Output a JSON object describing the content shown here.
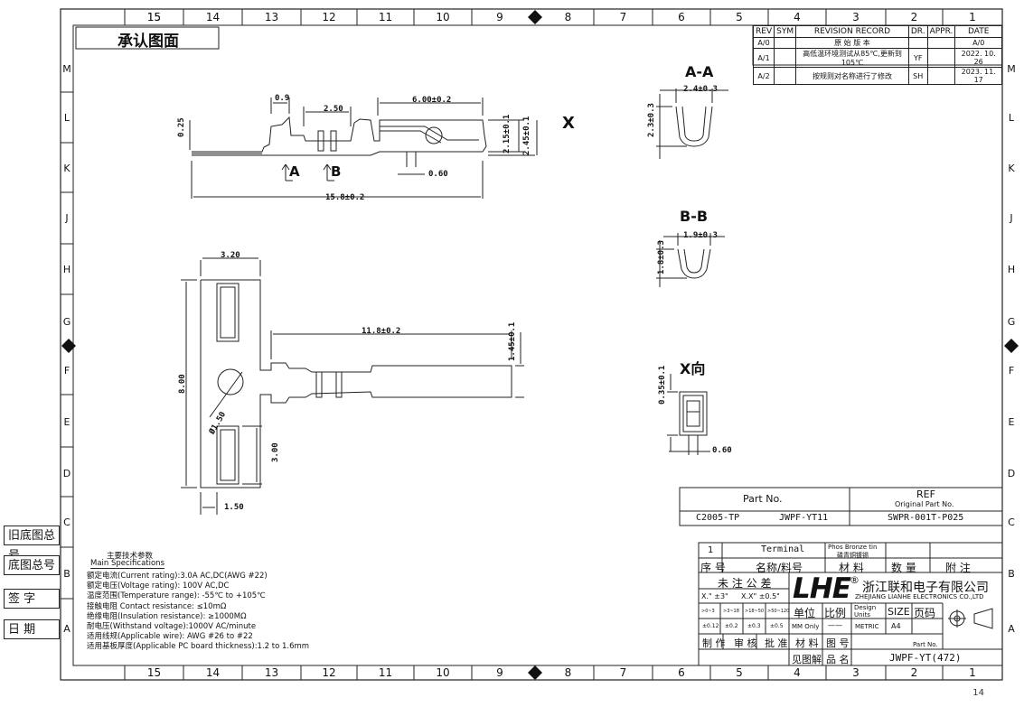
{
  "title_box": "承认图面",
  "zones_horizontal": [
    "15",
    "14",
    "13",
    "12",
    "11",
    "10",
    "9",
    "8",
    "7",
    "6",
    "5",
    "4",
    "3",
    "2",
    "1"
  ],
  "zones_vertical": [
    "M",
    "L",
    "K",
    "J",
    "H",
    "G",
    "F",
    "E",
    "D",
    "C",
    "B",
    "A"
  ],
  "side_labels": [
    "旧底图总号",
    "底图总号",
    "签 字",
    "日 期"
  ],
  "revision": {
    "headers": [
      "REV",
      "SYM",
      "REVISION RECORD",
      "DR.",
      "APPR.",
      "DATE"
    ],
    "rows": [
      {
        "rev": "A/0",
        "sym": "",
        "record": "原 始 版 本",
        "dr": "",
        "appr": "",
        "date": "A/0"
      },
      {
        "rev": "A/1",
        "sym": "",
        "record": "高低温环境测试从85℃,更新到105℃",
        "dr": "YF",
        "appr": "",
        "date": "2022. 10. 26"
      },
      {
        "rev": "A/2",
        "sym": "",
        "record": "按规则对名称进行了修改",
        "dr": "SH",
        "appr": "",
        "date": "2023. 11. 17"
      }
    ]
  },
  "dimensions": {
    "d09": "0.9",
    "d250": "2.50",
    "d600": "6.00±0.2",
    "d025": "0.25",
    "d215": "2.15±0.1",
    "d245": "2.45±0.1",
    "dx": "X",
    "d060": "0.60",
    "sec_a": "A",
    "sec_b": "B",
    "d158": "15.8±0.2",
    "d320": "3.20",
    "d118": "11.8±0.2",
    "d145": "1.45±0.1",
    "d800": "8.00",
    "d150dia": "Ø1.50",
    "d300": "3.00",
    "d150": "1.50",
    "aa_title": "A-A",
    "aa_w": "2.4±0.3",
    "aa_h": "2.3±0.3",
    "bb_title": "B-B",
    "bb_w": "1.9±0.3",
    "bb_h": "1.8±0.3",
    "x_title": "X向",
    "x_h": "0.35±0.1",
    "x_w": "0.60"
  },
  "specs": {
    "title_cn": "主要技术参数",
    "title_en": "Main Specifications",
    "lines": [
      "额定电流(Current rating):3.0A AC,DC(AWG #22)",
      "额定电压(Voltage rating): 100V AC,DC",
      "温度范围(Temperature range): -55℃ to +105℃",
      "接触电阻 Contact resistance: ≤10mΩ",
      "绝缘电阻(Insulation resistance): ≥1000MΩ",
      "耐电压(Withstand voltage):1000V AC/minute",
      "适用线规(Applicable wire): AWG #26 to #22",
      "适用基板厚度(Applicable PC board thickness):1.2 to 1.6mm"
    ]
  },
  "part_block": {
    "part_no_label": "Part No.",
    "ref_label": "REF",
    "orig_label": "Original Part No.",
    "part_a": "C2005-TP",
    "part_b": "JWPF-YT11",
    "orig_no": "SWPR-001T-P025"
  },
  "bom": {
    "item": "1",
    "name": "Terminal",
    "material_1": "Phos Bronze tin",
    "material_2": "磷青铜镀锡",
    "h_seq": "序 号",
    "h_name": "名称/料号",
    "h_mat": "材  料",
    "h_qty": "数 量",
    "h_note": "附  注"
  },
  "title_block": {
    "tol_title": "未 注 公 差",
    "tol_x": "X.\" ±3\"",
    "tol_xx": "X.X\" ±0.5\"",
    "logo": "LHE",
    "reg": "®",
    "company_cn": "浙江联和电子有限公司",
    "company_en": "ZHEJIANG LIANHE ELECTRONICS CO.,LTD",
    "ranges": [
      ">0~3",
      ">3~18",
      ">18~50",
      ">50~120"
    ],
    "tols": [
      "±0.12",
      "±0.2",
      "±0.3",
      "±0.5"
    ],
    "unit_label": "单位",
    "scale_label": "比例",
    "design_units": "Design Units",
    "size_label": "SIZE",
    "page_label": "页码",
    "unit_val": "MM Only",
    "scale_val": "——",
    "metric": "METRIC",
    "size_val": "A4",
    "make": "制 作",
    "check": "审 核",
    "approve": "批 准",
    "mat_label": "材 料",
    "drawing_no": "图 号",
    "see_view": "见图解",
    "product": "品 名",
    "part_no_small": "Part No.",
    "part_no_val": "JWPF-YT(472)"
  },
  "page_number": "14"
}
